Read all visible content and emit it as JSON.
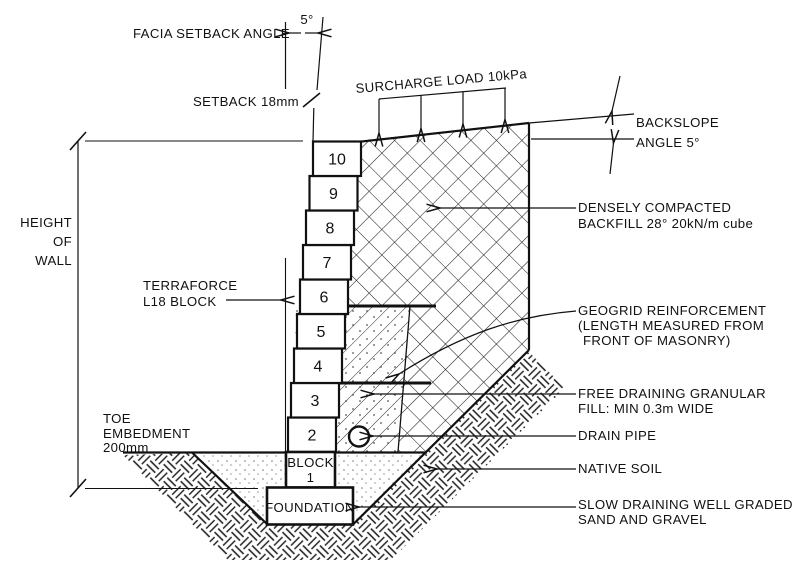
{
  "diagram": {
    "background": "#ffffff",
    "line_color": "#111111",
    "labels": {
      "facia_setback_angle": "FACIA SETBACK ANGLE",
      "facia_angle_value": "5°",
      "setback": "SETBACK 18mm",
      "surcharge_load": "SURCHARGE LOAD  10kPa",
      "backslope_1": "BACKSLOPE",
      "backslope_2": "ANGLE 5°",
      "backfill_1": "DENSELY COMPACTED",
      "backfill_2": "BACKFILL 28°  20kN/m cube",
      "geogrid_1": "GEOGRID REINFORCEMENT",
      "geogrid_2": "(LENGTH MEASURED FROM",
      "geogrid_3": "FRONT OF MASONRY)",
      "free_draining_1": "FREE DRAINING GRANULAR",
      "free_draining_2": "FILL: MIN 0.3m WIDE",
      "drain_pipe": "DRAIN PIPE",
      "native_soil": "NATIVE SOIL",
      "slow_draining_1": "SLOW DRAINING WELL GRADED",
      "slow_draining_2": "SAND AND GRAVEL",
      "height_1": "HEIGHT",
      "height_2": "OF",
      "height_3": "WALL",
      "terraforce_1": "TERRAFORCE",
      "terraforce_2": "L18 BLOCK",
      "toe_1": "TOE",
      "toe_2": "EMBEDMENT",
      "toe_3": "200mm",
      "block1_1": "BLOCK",
      "block1_2": "1",
      "foundation": "FOUNDATION"
    },
    "block_numbers": [
      "2",
      "3",
      "4",
      "5",
      "6",
      "7",
      "8",
      "9",
      "10"
    ]
  }
}
